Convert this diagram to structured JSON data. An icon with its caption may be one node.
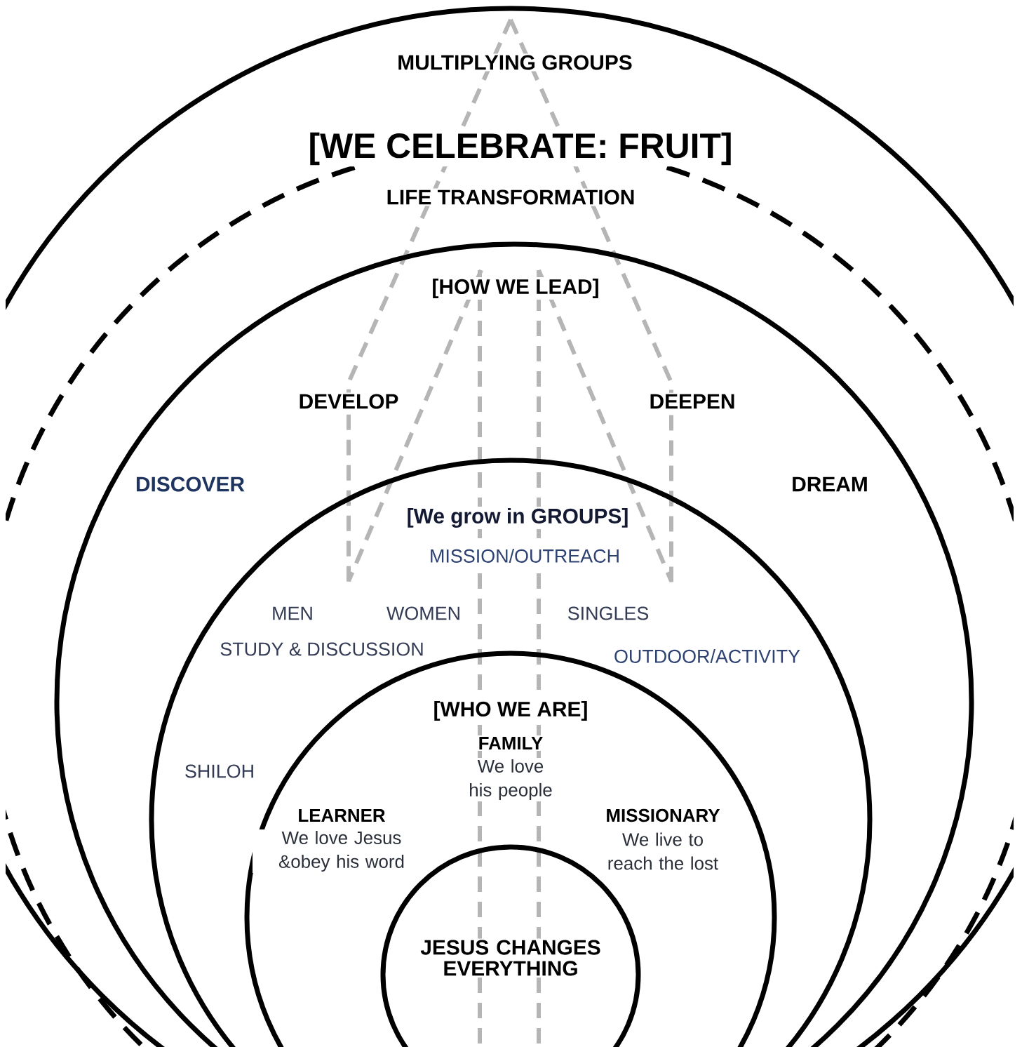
{
  "diagram": {
    "nodes": [
      {
        "text": [
          "MULTIPLYING GROUPS"
        ]
      },
      {
        "text": [
          "[WE CELEBRATE: FRUIT]",
          "LIFE TRANSFORMATION"
        ],
        "in": 0
      },
      {
        "text": [
          "[HOW WE LEAD]",
          "DEVELOP",
          "DEEPEN",
          "DISCOVER",
          "DREAM"
        ],
        "in": 1
      },
      {
        "text": [
          "[We grow in GROUPS]",
          "MISSION/OUTREACH",
          "MEN",
          "WOMEN",
          "SINGLES",
          "STUDY & DISCUSSION",
          "OUTDOOR/ACTIVITY",
          "SHILOH"
        ],
        "in": 2
      },
      {
        "text": [
          "[WHO WE ARE]",
          "FAMILY",
          "We love his people",
          "LEARNER",
          "We love Jesus &obey his word",
          "MISSIONARY",
          "We live to reach the lost"
        ],
        "in": 3
      },
      {
        "text": [
          "JESUS CHANGES EVERYTHING"
        ],
        "in": 4
      }
    ]
  }
}
